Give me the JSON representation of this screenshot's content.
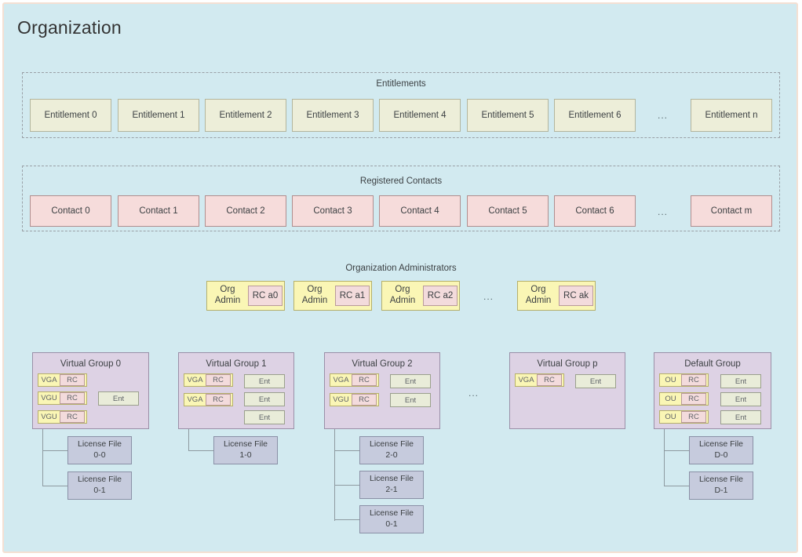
{
  "page": {
    "title": "Organization",
    "background": "#d2eaf0",
    "frame_border": "#f4e0d3"
  },
  "entitlements": {
    "label": "Entitlements",
    "ellipsis": "...",
    "items": [
      {
        "label": "Entitlement 0"
      },
      {
        "label": "Entitlement 1"
      },
      {
        "label": "Entitlement 2"
      },
      {
        "label": "Entitlement 3"
      },
      {
        "label": "Entitlement 4"
      },
      {
        "label": "Entitlement 5"
      },
      {
        "label": "Entitlement 6"
      },
      {
        "label": "Entitlement n"
      }
    ],
    "color": "#edeed9"
  },
  "registered_contacts": {
    "label": "Registered Contacts",
    "ellipsis": "...",
    "items": [
      {
        "label": "Contact 0"
      },
      {
        "label": "Contact 1"
      },
      {
        "label": "Contact 2"
      },
      {
        "label": "Contact 3"
      },
      {
        "label": "Contact 4"
      },
      {
        "label": "Contact 5"
      },
      {
        "label": "Contact 6"
      },
      {
        "label": "Contact m"
      }
    ],
    "color": "#f6dcdb"
  },
  "org_admins": {
    "label": "Organization Administrators",
    "ellipsis": "...",
    "role_label": "Org\nAdmin",
    "role_line1": "Org",
    "role_line2": "Admin",
    "items": [
      {
        "role": "Org Admin",
        "contact": "RC a0"
      },
      {
        "role": "Org Admin",
        "contact": "RC a1"
      },
      {
        "role": "Org Admin",
        "contact": "RC a2"
      },
      {
        "role": "Org Admin",
        "contact": "RC ak"
      }
    ],
    "color": "#faf6b5"
  },
  "groups": {
    "ellipsis": "...",
    "color": "#ddd2e4",
    "items": [
      {
        "title": "Virtual Group 0",
        "members": [
          {
            "role": "VGA",
            "contact": "RC"
          },
          {
            "role": "VGU",
            "contact": "RC"
          },
          {
            "role": "VGU",
            "contact": "RC"
          }
        ],
        "entitlements": [
          {
            "label": "Ent"
          }
        ],
        "license_files": [
          {
            "line1": "License File",
            "line2": "0-0"
          },
          {
            "line1": "License File",
            "line2": "0-1"
          }
        ]
      },
      {
        "title": "Virtual Group 1",
        "members": [
          {
            "role": "VGA",
            "contact": "RC"
          },
          {
            "role": "VGA",
            "contact": "RC"
          }
        ],
        "entitlements": [
          {
            "label": "Ent"
          },
          {
            "label": "Ent"
          },
          {
            "label": "Ent"
          }
        ],
        "license_files": [
          {
            "line1": "License File",
            "line2": "1-0"
          }
        ]
      },
      {
        "title": "Virtual Group 2",
        "members": [
          {
            "role": "VGA",
            "contact": "RC"
          },
          {
            "role": "VGU",
            "contact": "RC"
          }
        ],
        "entitlements": [
          {
            "label": "Ent"
          },
          {
            "label": "Ent"
          }
        ],
        "license_files": [
          {
            "line1": "License File",
            "line2": "2-0"
          },
          {
            "line1": "License File",
            "line2": "2-1"
          },
          {
            "line1": "License File",
            "line2": "0-1"
          }
        ]
      },
      {
        "title": "Virtual Group p",
        "members": [
          {
            "role": "VGA",
            "contact": "RC"
          }
        ],
        "entitlements": [
          {
            "label": "Ent"
          }
        ],
        "license_files": []
      },
      {
        "title": "Default Group",
        "members": [
          {
            "role": "OU",
            "contact": "RC"
          },
          {
            "role": "OU",
            "contact": "RC"
          },
          {
            "role": "OU",
            "contact": "RC"
          }
        ],
        "entitlements": [
          {
            "label": "Ent"
          },
          {
            "label": "Ent"
          },
          {
            "label": "Ent"
          }
        ],
        "license_files": [
          {
            "line1": "License File",
            "line2": "D-0"
          },
          {
            "line1": "License File",
            "line2": "D-1"
          }
        ]
      }
    ]
  }
}
